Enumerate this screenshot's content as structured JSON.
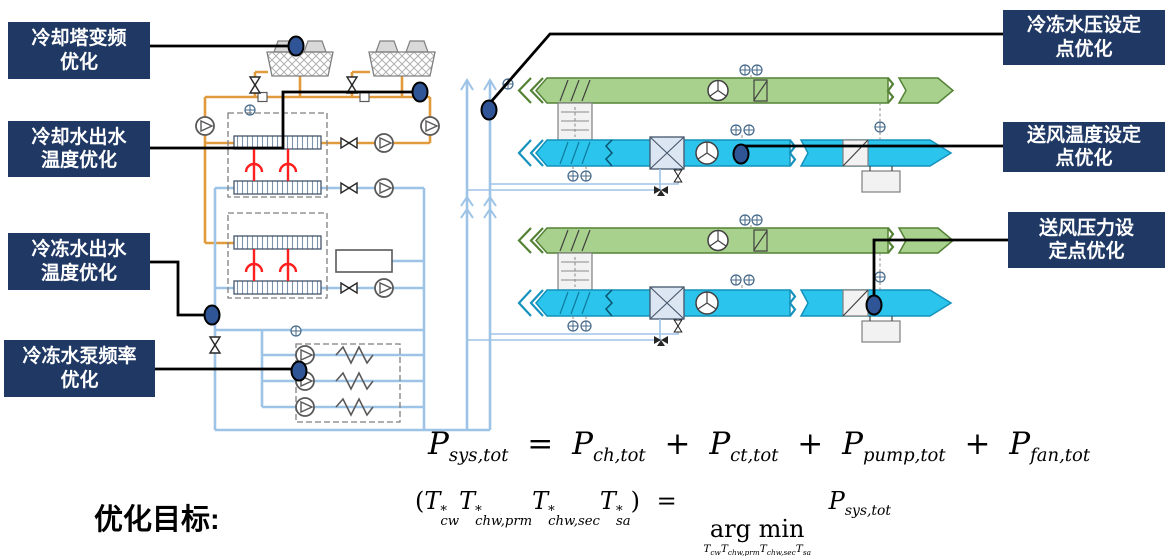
{
  "callouts": {
    "left": [
      {
        "line1": "冷却塔变频",
        "line2": "优化"
      },
      {
        "line1": "冷却水出水",
        "line2": "温度优化"
      },
      {
        "line1": "冷冻水出水",
        "line2": "温度优化"
      },
      {
        "line1": "冷冻水泵频率",
        "line2": "优化"
      }
    ],
    "right": [
      {
        "line1": "冷冻水压设定",
        "line2": "点优化"
      },
      {
        "line1": "送风温度设定",
        "line2": "点优化"
      },
      {
        "line1": "送风压力设",
        "line2": "定点优化"
      }
    ]
  },
  "objective": {
    "heading": "优化目标:",
    "eq1": {
      "t1b": "P",
      "t1s": "sys,tot",
      "eq": "=",
      "t2b": "P",
      "t2s": "ch,tot",
      "plus1": "+",
      "t3b": "P",
      "t3s": "ct,tot",
      "plus2": "+",
      "t4b": "P",
      "t4s": "pump,tot",
      "plus3": "+",
      "t5b": "P",
      "t5s": "fan,tot"
    },
    "eq2": {
      "open": "(",
      "close": ")",
      "eq": "=",
      "terms": [
        {
          "b": "T",
          "sup": "*",
          "sub": "cw"
        },
        {
          "b": "T",
          "sup": "*",
          "sub": "chw,prm"
        },
        {
          "b": "T",
          "sup": "*",
          "sub": "chw,sec"
        },
        {
          "b": "T",
          "sup": "*",
          "sub": "sa"
        }
      ],
      "argmin": "arg min",
      "under": [
        {
          "b": "T",
          "sub": "cw"
        },
        {
          "b": "T",
          "sub": "chw,prm"
        },
        {
          "b": "T",
          "sub": "chw,sec"
        },
        {
          "b": "T",
          "sub": "sa"
        }
      ],
      "pb": "P",
      "ps": "sys,tot"
    }
  },
  "colors": {
    "callout-bg": "#1F3864",
    "callout-text": "#FFFFFF",
    "marker-fill": "#2F5597",
    "pipe-orange": "#E19A3C",
    "pipe-chilled": "#9DC3E6",
    "duct-return-green": "#A9D18E",
    "duct-supply-cyan": "#2BC4ED",
    "chiller-red": "#FF1F1F",
    "line-black": "#000000"
  }
}
